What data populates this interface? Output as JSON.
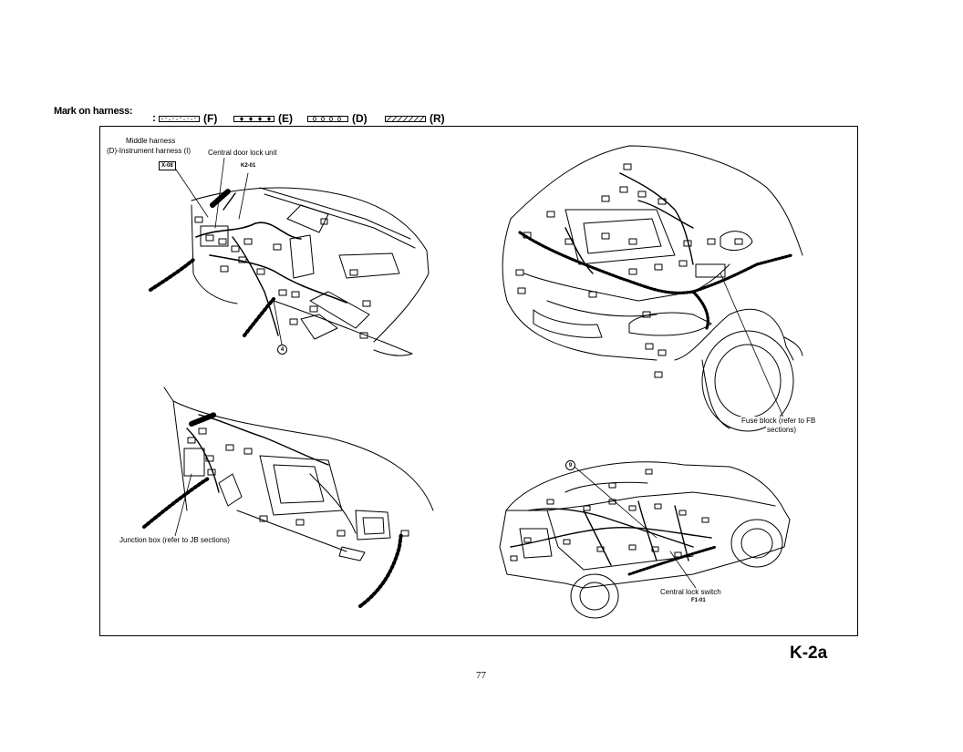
{
  "legend": {
    "title": "Mark on harness:",
    "items": [
      {
        "code": "(F)",
        "pattern": "dotted-fill"
      },
      {
        "code": "(E)",
        "pattern": "diamonds"
      },
      {
        "code": "(D)",
        "pattern": "circles"
      },
      {
        "code": "(R)",
        "pattern": "hatched"
      }
    ]
  },
  "labels": {
    "middle_harness": "Middle harness",
    "instrument_harness": "(D)-Instrument harness (I)",
    "central_door_lock_unit": "Central door lock unit",
    "fuse_block": "Fuse block (refer to FB",
    "fuse_block_2": "sections)",
    "junction_box": "Junction box (refer to JB sections)",
    "central_lock_switch": "Central lock switch"
  },
  "tags": {
    "x08": "X-08",
    "k201": "K2-01",
    "f101": "F1-01"
  },
  "callouts": {
    "four": "4",
    "nine": "9"
  },
  "page": {
    "code": "K-2a",
    "number": "77"
  },
  "colors": {
    "ink": "#000000",
    "paper": "#ffffff"
  }
}
